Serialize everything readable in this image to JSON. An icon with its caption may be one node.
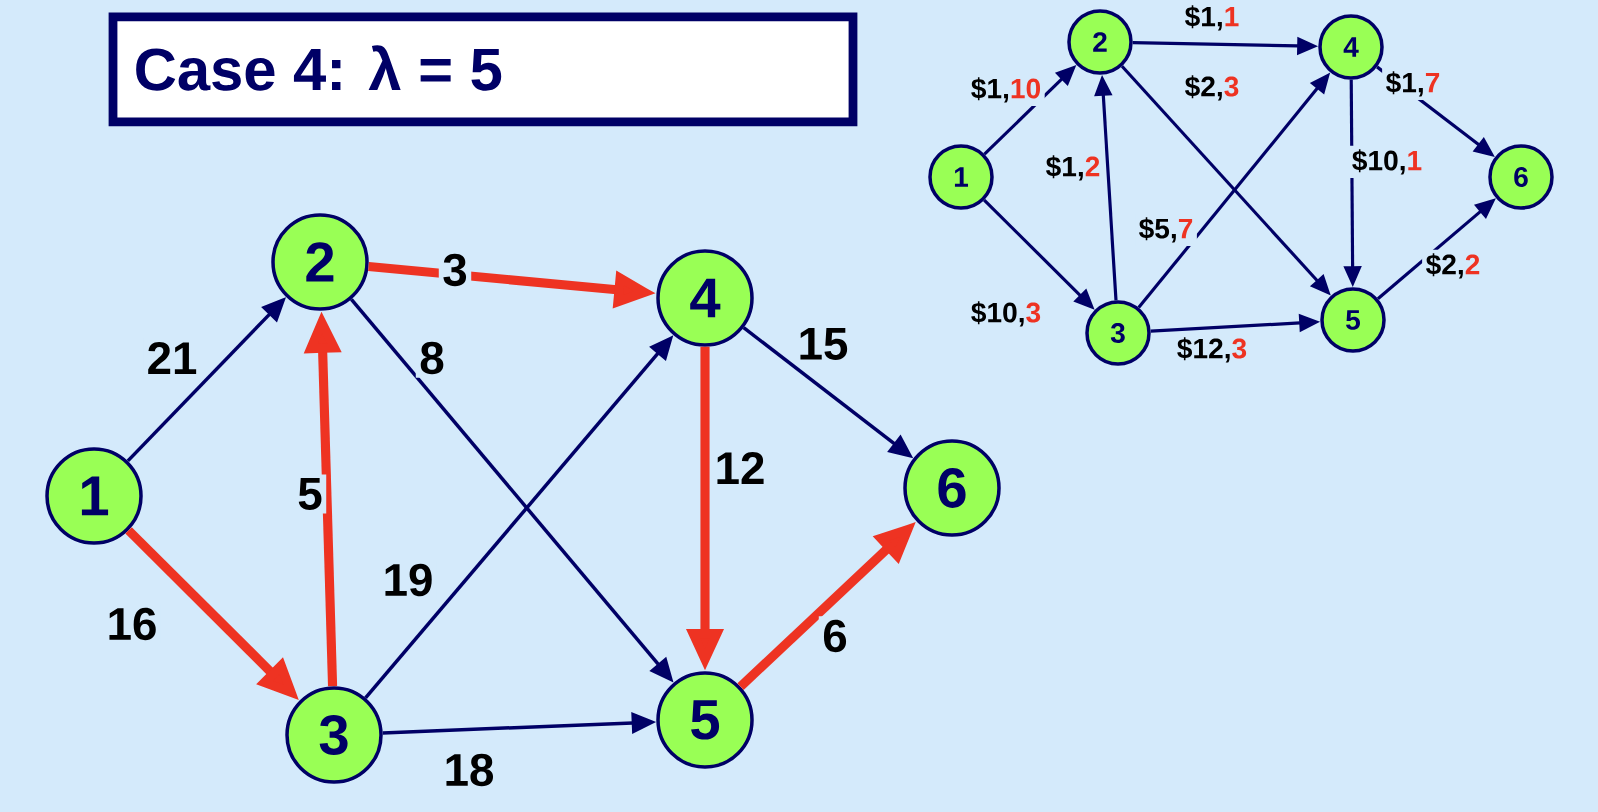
{
  "diagram": {
    "title": "Case 4:  λ = 5",
    "nodes": [
      {
        "text": [
          "1"
        ]
      },
      {
        "text": [
          "2"
        ]
      },
      {
        "text": [
          "3"
        ]
      },
      {
        "text": [
          "4"
        ]
      },
      {
        "text": [
          "5"
        ]
      },
      {
        "text": [
          "6"
        ]
      },
      {
        "text": [
          "1"
        ]
      },
      {
        "text": [
          "2"
        ]
      },
      {
        "text": [
          "3"
        ]
      },
      {
        "text": [
          "4"
        ]
      },
      {
        "text": [
          "5"
        ]
      },
      {
        "text": [
          "6"
        ]
      }
    ],
    "edges": [
      {
        "from": 0,
        "to": 1,
        "arrow": "to",
        "label": "21"
      },
      {
        "from": 0,
        "to": 2,
        "arrow": "to",
        "label": "16",
        "style": "thick",
        "color": "#ee3322"
      },
      {
        "from": 2,
        "to": 1,
        "arrow": "to",
        "label": "5",
        "style": "thick",
        "color": "#ee3322"
      },
      {
        "from": 1,
        "to": 3,
        "arrow": "to",
        "label": "3",
        "style": "thick",
        "color": "#ee3322"
      },
      {
        "from": 1,
        "to": 4,
        "arrow": "to",
        "label": "8"
      },
      {
        "from": 2,
        "to": 3,
        "arrow": "to",
        "label": "19"
      },
      {
        "from": 2,
        "to": 4,
        "arrow": "to",
        "label": "18"
      },
      {
        "from": 3,
        "to": 4,
        "arrow": "to",
        "label": "12",
        "style": "thick",
        "color": "#ee3322"
      },
      {
        "from": 3,
        "to": 5,
        "arrow": "to",
        "label": "15"
      },
      {
        "from": 4,
        "to": 5,
        "arrow": "to",
        "label": "6",
        "style": "thick",
        "color": "#ee3322"
      },
      {
        "from": 6,
        "to": 7,
        "arrow": "to",
        "label": "$1,10"
      },
      {
        "from": 6,
        "to": 8,
        "arrow": "to",
        "label": "$10,3"
      },
      {
        "from": 8,
        "to": 7,
        "arrow": "to",
        "label": "$1,2"
      },
      {
        "from": 7,
        "to": 9,
        "arrow": "to",
        "label": "$1,1"
      },
      {
        "from": 7,
        "to": 10,
        "arrow": "to",
        "label": "$2,3"
      },
      {
        "from": 8,
        "to": 9,
        "arrow": "to",
        "label": "$5,7"
      },
      {
        "from": 8,
        "to": 10,
        "arrow": "to",
        "label": "$12,3"
      },
      {
        "from": 9,
        "to": 10,
        "arrow": "to",
        "label": "$10,1"
      },
      {
        "from": 9,
        "to": 11,
        "arrow": "to",
        "label": "$1,7"
      },
      {
        "from": 10,
        "to": 11,
        "arrow": "to",
        "label": "$2,2"
      }
    ]
  }
}
